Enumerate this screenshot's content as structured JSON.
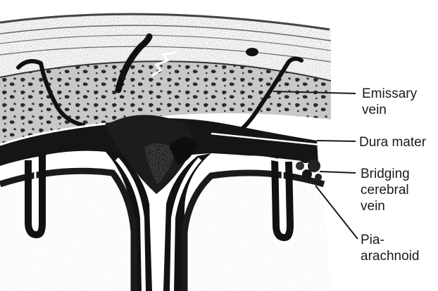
{
  "labels": {
    "emissary_vein": [
      "Emissary",
      "vein"
    ],
    "dura_mater": [
      "Dura mater"
    ],
    "bridging_cerebral_vein": [
      "Bridging",
      "cerebral",
      "vein"
    ],
    "pia_arachnoid": [
      "Pia-",
      "arachnoid"
    ]
  },
  "colors": {
    "ink": "#1a1a1a",
    "paper": "#ffffff",
    "bone": "#9a9a9a",
    "brain": "#efefef"
  }
}
